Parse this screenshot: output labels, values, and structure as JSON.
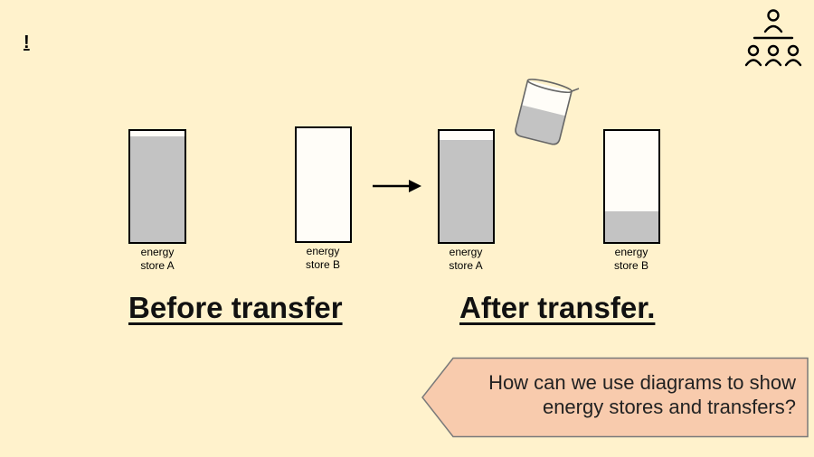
{
  "slide": {
    "corner_mark": "!",
    "containers": [
      {
        "label_line1": "energy",
        "label_line2": "store A",
        "fill_fraction": 0.95
      },
      {
        "label_line1": "energy",
        "label_line2": "store B",
        "fill_fraction": 0
      },
      {
        "label_line1": "energy",
        "label_line2": "store A",
        "fill_fraction": 0.92
      },
      {
        "label_line1": "energy",
        "label_line2": "store B",
        "fill_fraction": 0.28
      }
    ],
    "before_heading": "Before transfer",
    "after_heading": "After transfer.",
    "question": "How can we use diagrams to show energy stores and transfers?"
  },
  "colors": {
    "background": "#fff2cc",
    "fill": "#c3c3c3",
    "question_box": "#f8cbad"
  },
  "icons": [
    "group-people-icon",
    "beaker-icon",
    "right-arrow-icon"
  ]
}
